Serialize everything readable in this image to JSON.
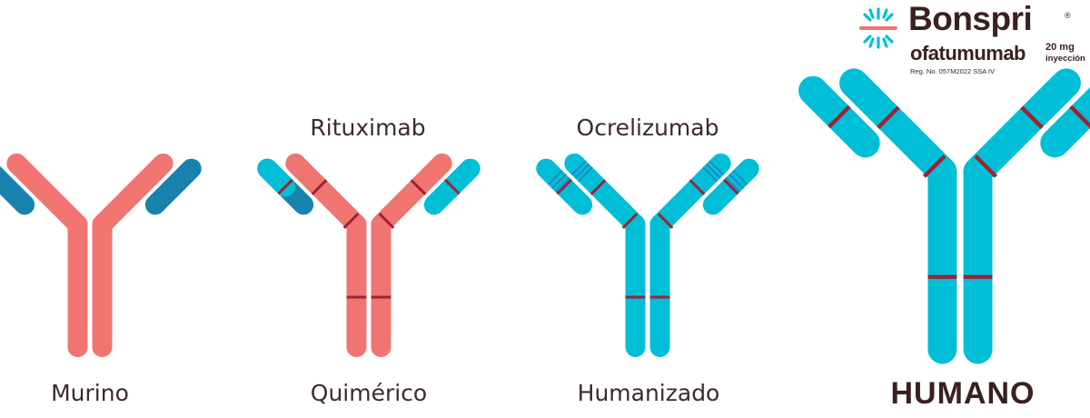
{
  "colors": {
    "murine": "#f07470",
    "murine_variable": "#1782ad",
    "human": "#00bed6",
    "junction": "#9b2335",
    "text": "#3d2a2a"
  },
  "antibodies": [
    {
      "id": "murino",
      "label": "Murino",
      "drug": "",
      "type": "murine"
    },
    {
      "id": "quimerico",
      "label": "Quimérico",
      "drug": "Rituximab",
      "type": "chimeric"
    },
    {
      "id": "humanizado",
      "label": "Humanizado",
      "drug": "Ocrelizumab",
      "type": "humanized"
    },
    {
      "id": "humano",
      "label": "HUMANO",
      "drug": "",
      "type": "human"
    }
  ],
  "brand": {
    "name": "Bonspri",
    "registered": "®",
    "generic": "ofatumumab",
    "dose": "20 mg",
    "form": "inyección",
    "reg_no": "Reg. No. 057M2022 SSA IV",
    "logo_icon": "starburst-logo-icon"
  }
}
